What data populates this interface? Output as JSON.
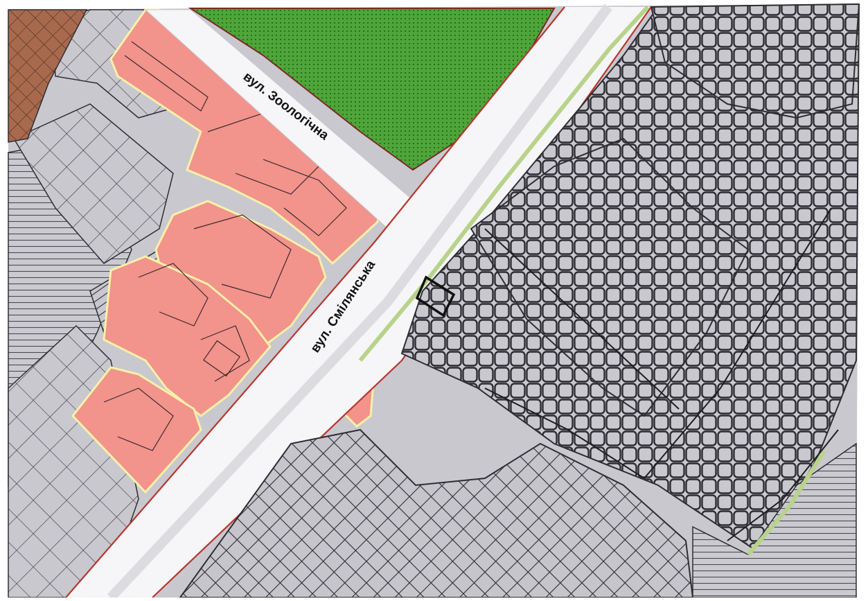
{
  "map": {
    "streets": [
      {
        "id": "zoolohichna",
        "label": "вул. Зоологічна"
      },
      {
        "id": "smilianska",
        "label": "вул. Смілянська"
      }
    ],
    "colors": {
      "background": "#ffffff",
      "residential_block": "#f2938c",
      "residential_outline": "#f7f1a8",
      "park": "#4fa53a",
      "park_dots": "#1f6b17",
      "road": "#f6f5f7",
      "road_edge": "#b7362c",
      "industrial_fill": "#c9c8cf",
      "grid_lines": "#2d2d33",
      "brown_zone": "#a86a4e",
      "green_strip": "#b8d38a"
    }
  }
}
